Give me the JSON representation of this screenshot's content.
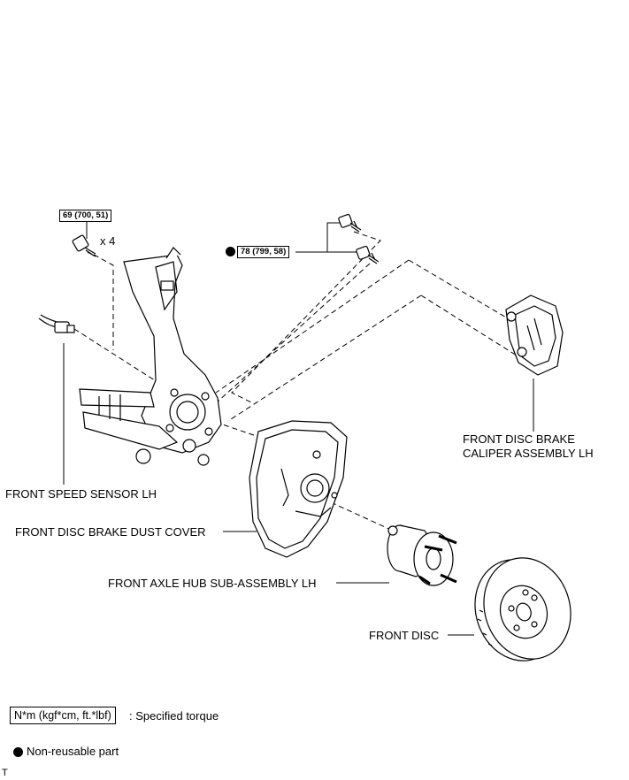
{
  "torque": {
    "caliper_bolt": "69 (700, 51)",
    "caliper_bolt_qty": "x 4",
    "knuckle_bolt": "78 (799, 58)"
  },
  "parts": {
    "caliper": [
      "FRONT DISC BRAKE",
      "CALIPER ASSEMBLY LH"
    ],
    "speed_sensor": "FRONT SPEED SENSOR LH",
    "dust_cover": "FRONT DISC BRAKE DUST COVER",
    "axle_hub": "FRONT AXLE HUB SUB-ASSEMBLY LH",
    "disc": "FRONT DISC"
  },
  "legend": {
    "torque_unit": "N*m (kgf*cm, ft.*lbf)",
    "torque_desc": ": Specified torque",
    "nonreusable_desc": "Non-reusable part"
  },
  "corner_mark": "T"
}
